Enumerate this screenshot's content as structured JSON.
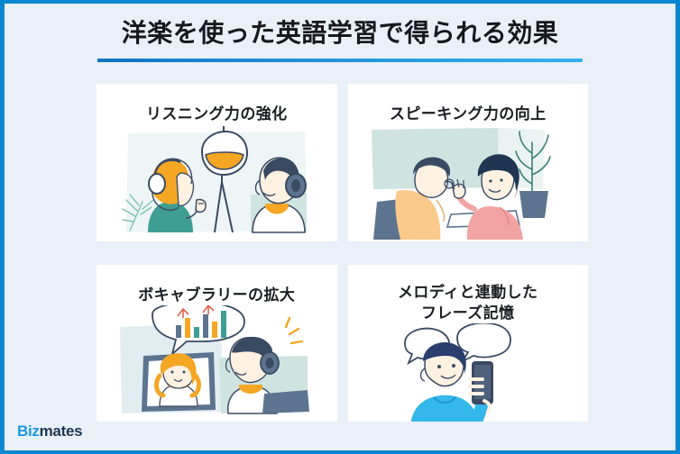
{
  "slide": {
    "title": "洋楽を使った英語学習で得られる効果",
    "background_color": "#e9f0f8",
    "border_color": "#0b86d0",
    "underline_gradient_from": "#0d74c4",
    "underline_gradient_to": "#35b0ef"
  },
  "cards": [
    {
      "title": "リスニング力の強化",
      "title_line2": "",
      "illustration": "two-people-with-headphones-and-microphone"
    },
    {
      "title": "スピーキング力の向上",
      "title_line2": "",
      "illustration": "two-people-conversation-at-table-with-plant"
    },
    {
      "title": "ボキャブラリーの拡大",
      "title_line2": "",
      "illustration": "video-call-with-bar-chart-speech-bubble"
    },
    {
      "title": "メロディと連動した",
      "title_line2": "フレーズ記憶",
      "illustration": "person-with-smartphone-and-speech-bubbles"
    }
  ],
  "footer": {
    "logo_primary": "Biz",
    "logo_secondary": "mates",
    "logo_primary_color": "#1b9ae0",
    "logo_secondary_color": "#1f3552"
  }
}
